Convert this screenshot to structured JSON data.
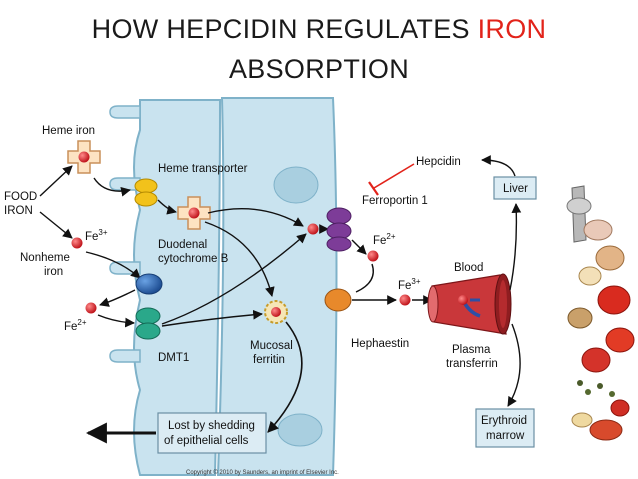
{
  "title": {
    "line1_prefix": "HOW HEPCIDIN REGULATES ",
    "line1_highlight": "IRON",
    "line2": "ABSORPTION",
    "highlight_color": "#e2231a"
  },
  "labels": {
    "heme_iron": "Heme iron",
    "food_iron_1": "FOOD",
    "food_iron_2": "IRON",
    "fe3_left": "Fe",
    "fe3_left_sup": "3+",
    "nonheme_1": "Nonheme",
    "nonheme_2": "iron",
    "fe2_left": "Fe",
    "fe2_left_sup": "2+",
    "heme_transporter": "Heme transporter",
    "duodenal_1": "Duodenal",
    "duodenal_2": "cytochrome B",
    "dmt1": "DMT1",
    "mucosal_1": "Mucosal",
    "mucosal_2": "ferritin",
    "lost_1": "Lost by shedding",
    "lost_2": "of epithelial cells",
    "ferroportin": "Ferroportin 1",
    "fe2_mid": "Fe",
    "fe2_mid_sup": "2+",
    "hephaestin": "Hephaestin",
    "hepcidin": "Hepcidin",
    "liver": "Liver",
    "blood": "Blood",
    "fe3_right": "Fe",
    "fe3_right_sup": "3+",
    "plasma_1": "Plasma",
    "plasma_2": "transferrin",
    "erythroid_1": "Erythroid",
    "erythroid_2": "marrow",
    "copyright": "Copyright © 2010 by Saunders, an imprint of Elsevier Inc."
  },
  "colors": {
    "cell_fill": "#c9e3ef",
    "cell_stroke": "#7fb2c9",
    "iron_red": "#d7262b",
    "transporter_yellow": "#f2c21b",
    "dmt1_teal": "#2aa88a",
    "cytochrome_blue": "#2d6db5",
    "ferroportin_purple": "#7d3c98",
    "hephaestin_orange": "#e8892b",
    "vessel_red": "#c9373a",
    "box_fill": "#dcecf4"
  }
}
